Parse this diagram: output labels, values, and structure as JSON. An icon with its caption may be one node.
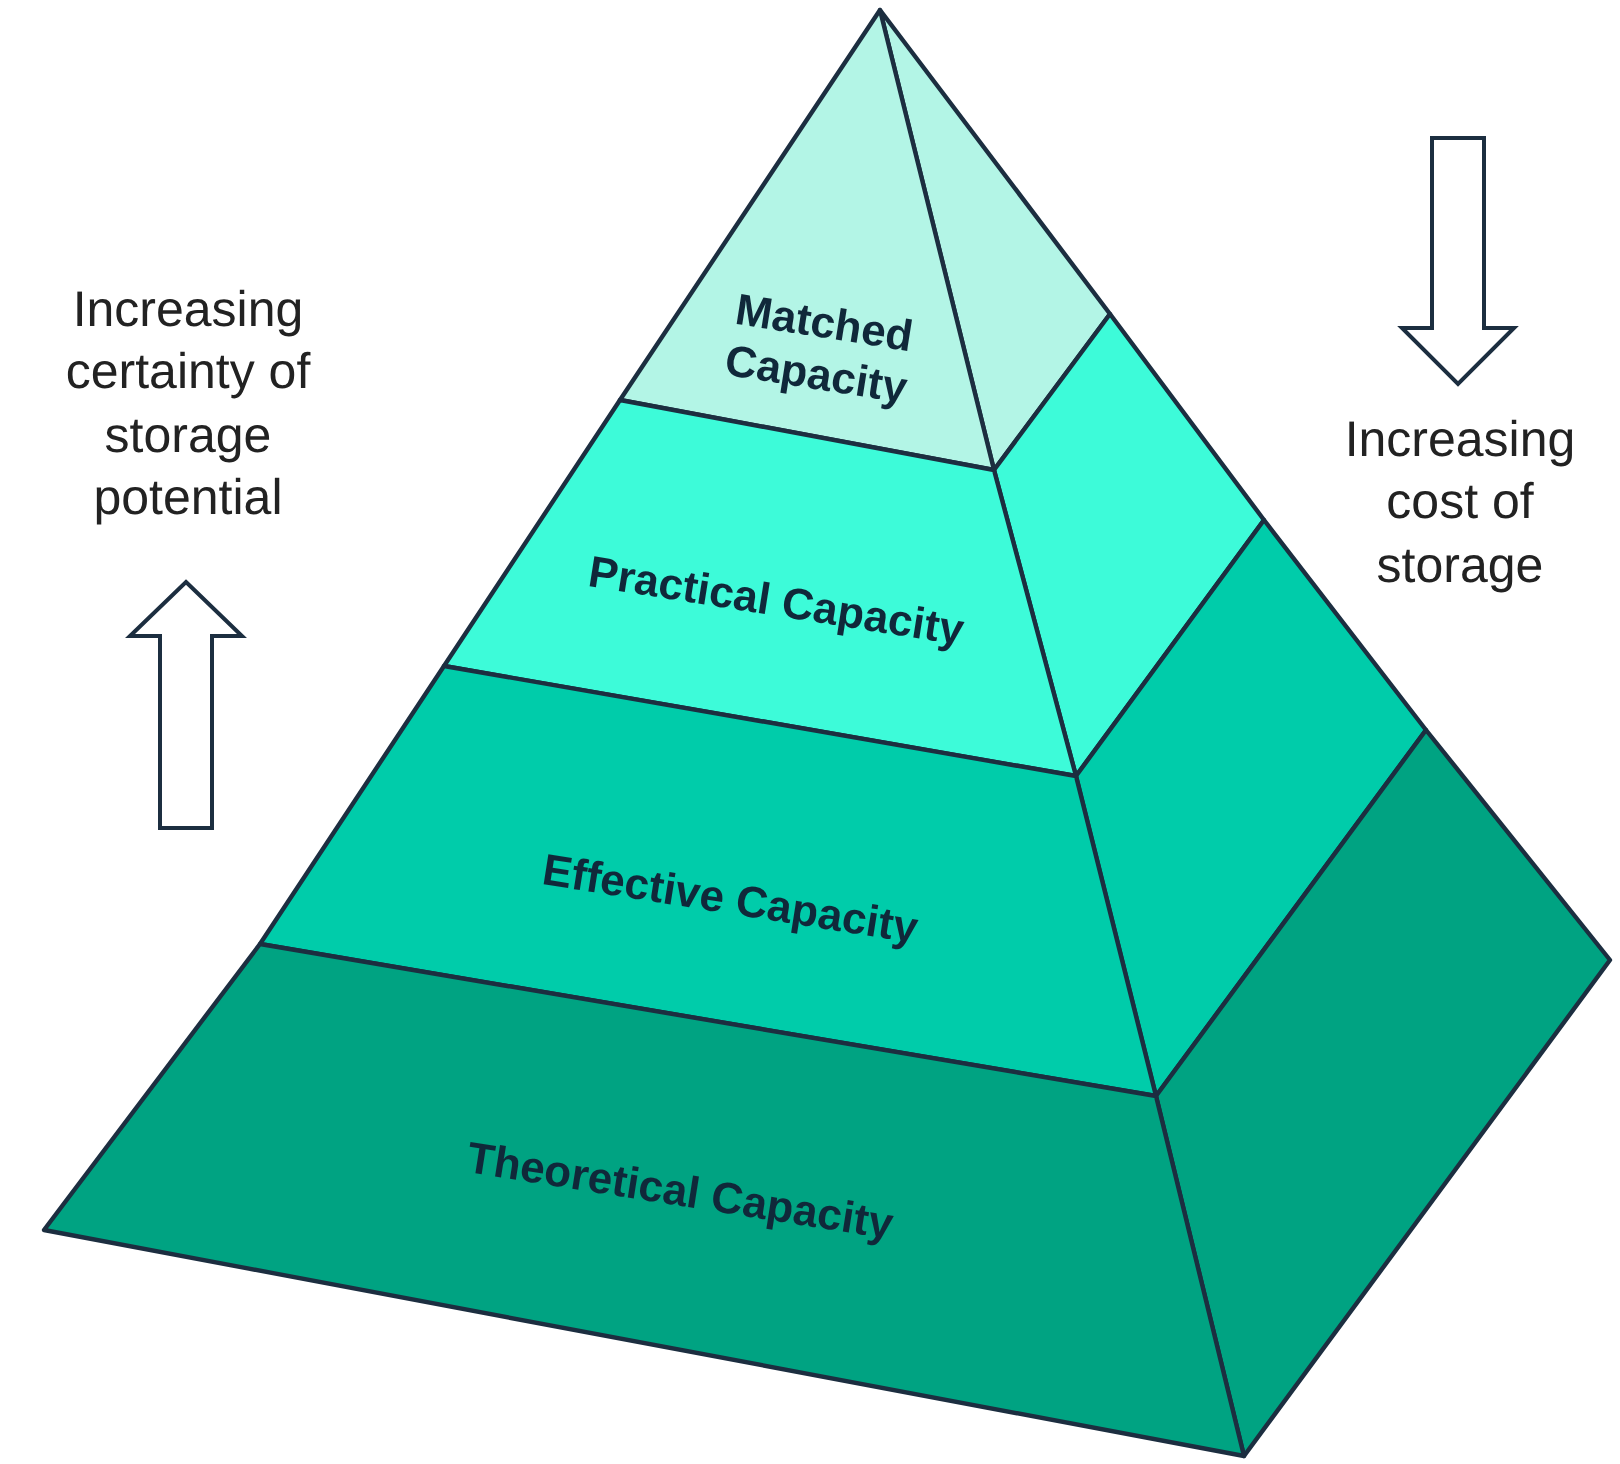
{
  "diagram": {
    "nodes": [
      {
        "text": [
          "Matched Capacity"
        ]
      },
      {
        "text": [
          "Practical Capacity"
        ]
      },
      {
        "text": [
          "Effective Capacity"
        ]
      },
      {
        "text": [
          "Theoretical Capacity"
        ]
      }
    ],
    "labels": [
      "Increasing certainty of storage potential",
      "Increasing cost of storage"
    ]
  }
}
